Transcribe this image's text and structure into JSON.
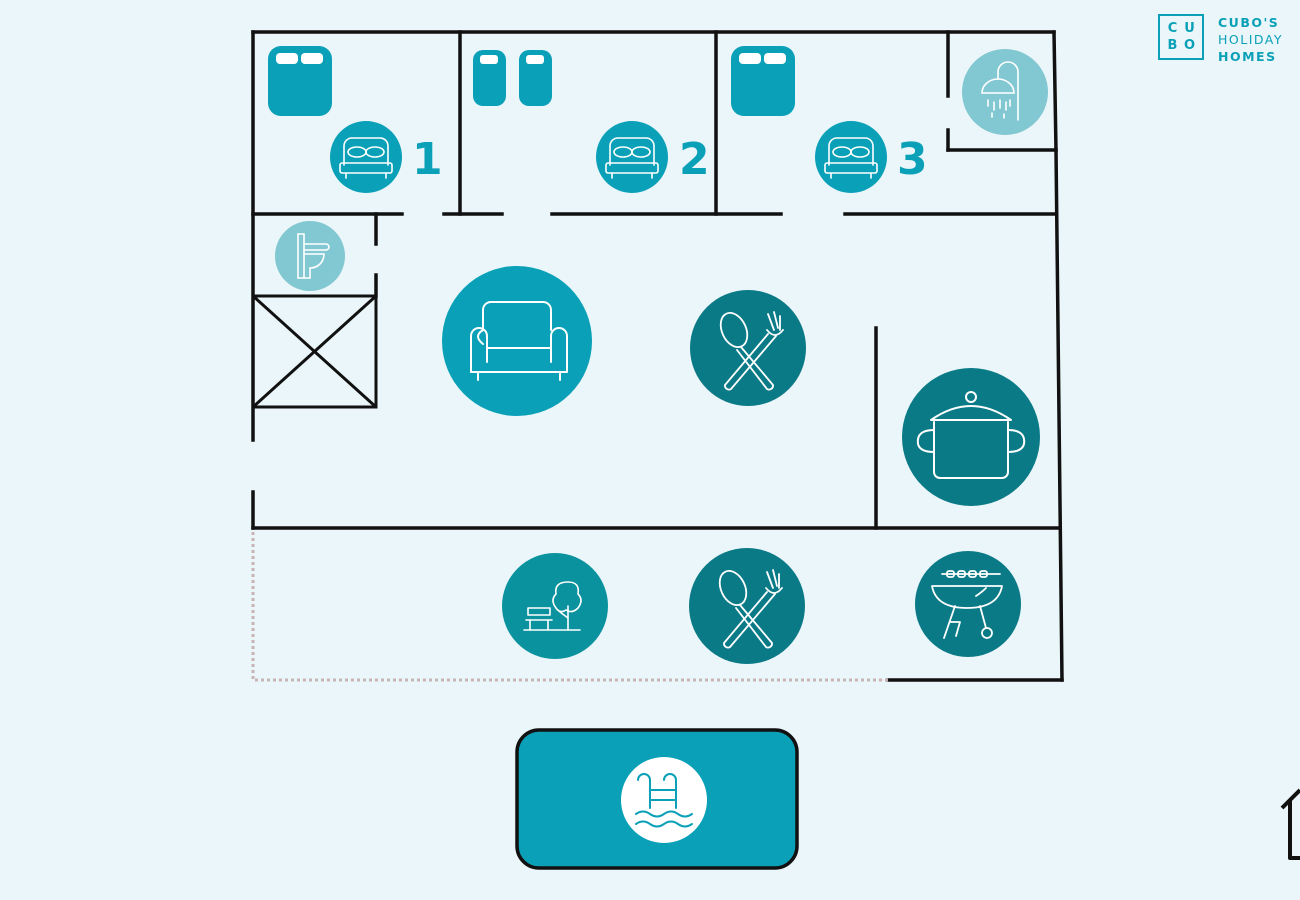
{
  "brand": {
    "logo_letters": [
      "C",
      "U",
      "B",
      "O"
    ],
    "name_lines": [
      "CUBO'S",
      "HOLIDAY",
      "HOMES"
    ],
    "color": "#0aa0b8"
  },
  "rooms": [
    {
      "number": "1",
      "type": "bedroom",
      "icons": [
        "double-bed-icon",
        "double-bed-icon"
      ]
    },
    {
      "number": "2",
      "type": "bedroom",
      "icons": [
        "single-beds-icon",
        "double-bed-icon"
      ]
    },
    {
      "number": "3",
      "type": "bedroom",
      "icons": [
        "double-bed-icon",
        "double-bed-icon"
      ]
    }
  ],
  "amenities": [
    "shower-icon",
    "toilet-icon",
    "sofa-icon",
    "dining-icon",
    "cooking-pot-icon",
    "garden-bench-icon",
    "outdoor-dining-icon",
    "barbecue-icon",
    "pool-ladder-icon"
  ],
  "colors": {
    "background": "#eaf6f9",
    "teal": "#0aa0b8",
    "dark_teal": "#0b7a87",
    "light_teal": "#82c8d2",
    "pool": "#0aa0b8",
    "walls": "#111111",
    "terrace_border": "#c8b4b4"
  }
}
